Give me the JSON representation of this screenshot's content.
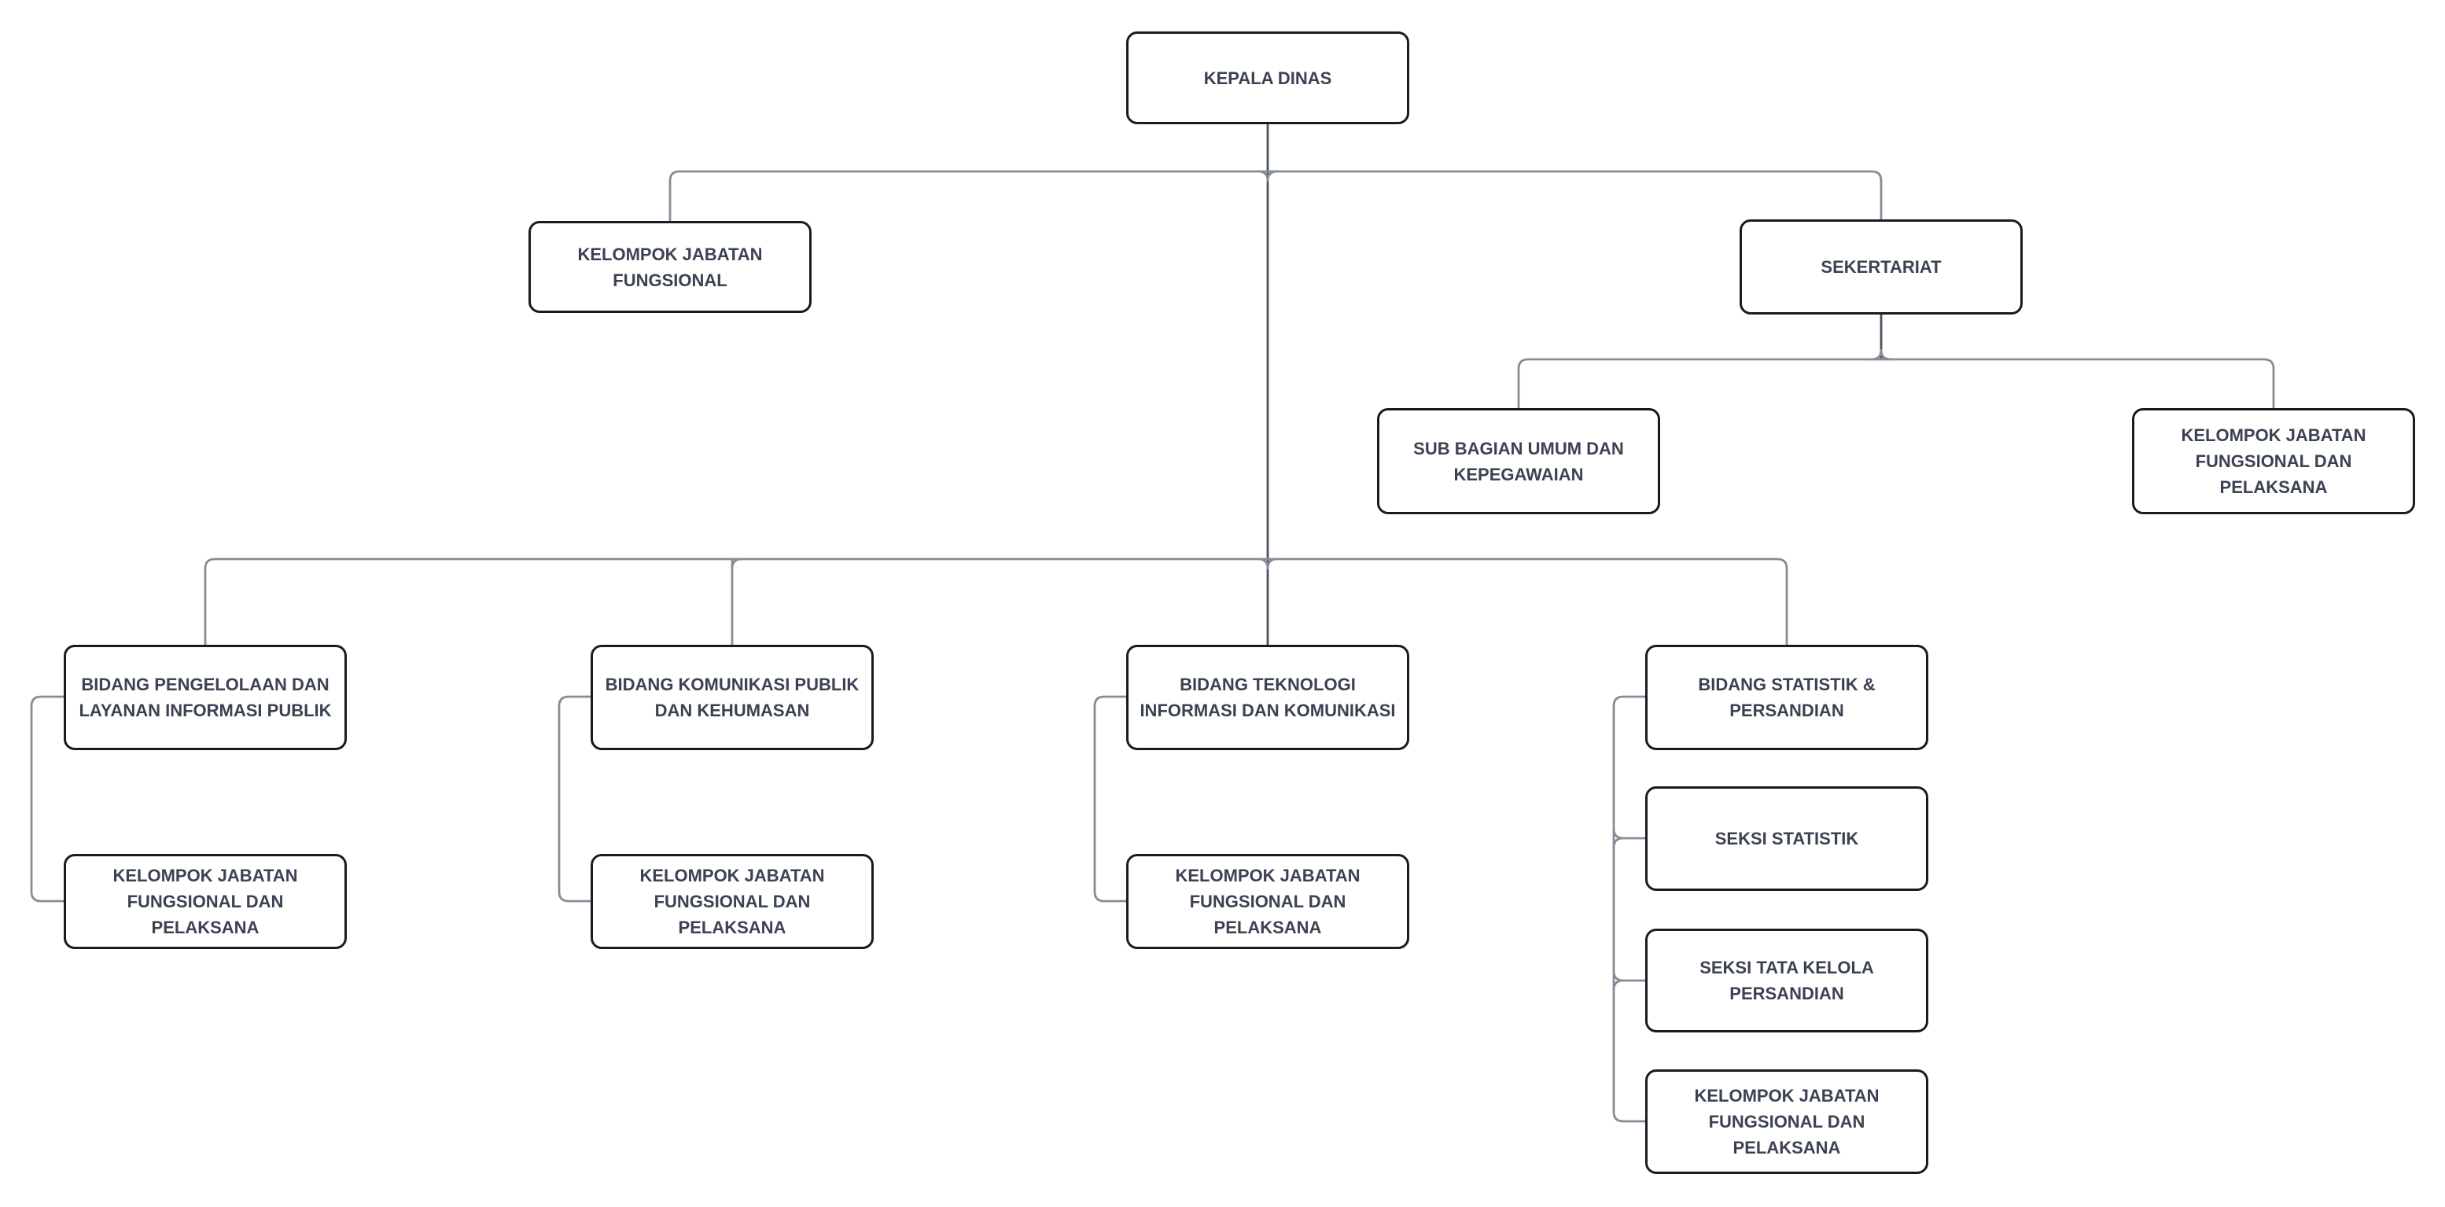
{
  "diagram": {
    "type": "org-chart",
    "title": "",
    "colors": {
      "box_border": "#171b23",
      "box_fill": "#ffffff",
      "text": "#3b4252",
      "connector": "#868d97",
      "trunk": "#4b5260",
      "background": "#ffffff"
    },
    "nodes": [
      {
        "id": "kepala-dinas",
        "label": "KEPALA DINAS"
      },
      {
        "id": "kelompok-jabatan-fungsional",
        "label": "KELOMPOK JABATAN\nFUNGSIONAL"
      },
      {
        "id": "sekertariat",
        "label": "SEKERTARIAT"
      },
      {
        "id": "sub-bagian-umum-dan-kepegawaian",
        "label": "SUB BAGIAN UMUM DAN\nKEPEGAWAIAN"
      },
      {
        "id": "kjf-pelaksana-sekertariat",
        "label": "KELOMPOK JABATAN\nFUNGSIONAL DAN\nPELAKSANA"
      },
      {
        "id": "bidang-pengelolaan-layanan-informasi-publik",
        "label": "BIDANG PENGELOLAAN DAN\nLAYANAN INFORMASI PUBLIK"
      },
      {
        "id": "bidang-komunikasi-publik-kehumasan",
        "label": "BIDANG KOMUNIKASI PUBLIK\nDAN KEHUMASAN"
      },
      {
        "id": "bidang-teknologi-informasi-komunikasi",
        "label": "BIDANG TEKNOLOGI\nINFORMASI DAN KOMUNIKASI"
      },
      {
        "id": "bidang-statistik-persandian",
        "label": "BIDANG STATISTIK &\nPERSANDIAN"
      },
      {
        "id": "kjf-pelaksana-pengelolaan",
        "label": "KELOMPOK JABATAN\nFUNGSIONAL DAN\nPELAKSANA"
      },
      {
        "id": "kjf-pelaksana-komunikasi",
        "label": "KELOMPOK JABATAN\nFUNGSIONAL DAN\nPELAKSANA"
      },
      {
        "id": "kjf-pelaksana-teknologi",
        "label": "KELOMPOK JABATAN\nFUNGSIONAL DAN\nPELAKSANA"
      },
      {
        "id": "seksi-statistik",
        "label": "SEKSI STATISTIK"
      },
      {
        "id": "seksi-tata-kelola-persandian",
        "label": "SEKSI TATA KELOLA\nPERSANDIAN"
      },
      {
        "id": "kjf-pelaksana-statistik",
        "label": "KELOMPOK JABATAN\nFUNGSIONAL DAN\nPELAKSANA"
      }
    ],
    "edges": [
      {
        "from": "kepala-dinas",
        "to": "kelompok-jabatan-fungsional"
      },
      {
        "from": "kepala-dinas",
        "to": "sekertariat"
      },
      {
        "from": "kepala-dinas",
        "to": "bidang-pengelolaan-layanan-informasi-publik"
      },
      {
        "from": "kepala-dinas",
        "to": "bidang-komunikasi-publik-kehumasan"
      },
      {
        "from": "kepala-dinas",
        "to": "bidang-teknologi-informasi-komunikasi"
      },
      {
        "from": "kepala-dinas",
        "to": "bidang-statistik-persandian"
      },
      {
        "from": "sekertariat",
        "to": "sub-bagian-umum-dan-kepegawaian"
      },
      {
        "from": "sekertariat",
        "to": "kjf-pelaksana-sekertariat"
      },
      {
        "from": "bidang-pengelolaan-layanan-informasi-publik",
        "to": "kjf-pelaksana-pengelolaan"
      },
      {
        "from": "bidang-komunikasi-publik-kehumasan",
        "to": "kjf-pelaksana-komunikasi"
      },
      {
        "from": "bidang-teknologi-informasi-komunikasi",
        "to": "kjf-pelaksana-teknologi"
      },
      {
        "from": "bidang-statistik-persandian",
        "to": "seksi-statistik"
      },
      {
        "from": "bidang-statistik-persandian",
        "to": "seksi-tata-kelola-persandian"
      },
      {
        "from": "bidang-statistik-persandian",
        "to": "kjf-pelaksana-statistik"
      }
    ]
  }
}
